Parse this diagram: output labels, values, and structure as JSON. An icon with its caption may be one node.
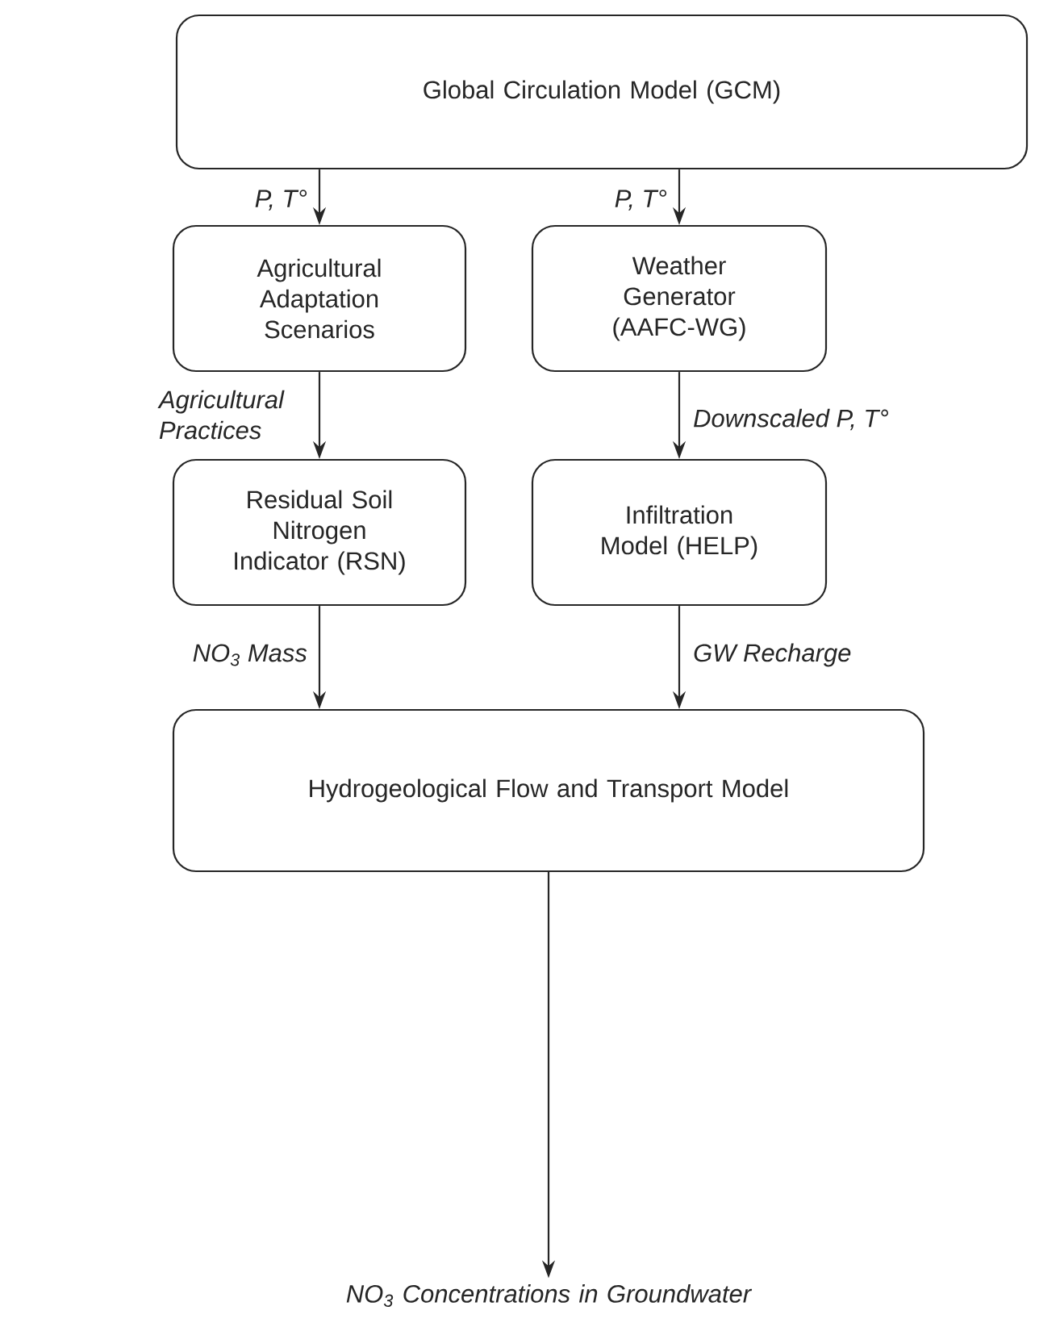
{
  "diagram": {
    "nodes": [
      {
        "text": [
          "Global Circulation Model (GCM)"
        ]
      },
      {
        "text": [
          "Agricultural Adaptation Scenarios"
        ]
      },
      {
        "text": [
          "Weather Generator (AAFC-WG)"
        ]
      },
      {
        "text": [
          "Residual Soil Nitrogen Indicator (RSN)"
        ]
      },
      {
        "text": [
          "Infiltration Model (HELP)"
        ]
      },
      {
        "text": [
          "Hydrogeological Flow and Transport Model"
        ]
      },
      {
        "text": [
          "NO$_{3}$ Concentrations in Groundwater"
        ]
      }
    ],
    "edges": [
      {
        "from": 0,
        "to": 1,
        "arrow": "to",
        "label": "P, T°"
      },
      {
        "from": 0,
        "to": 2,
        "arrow": "to",
        "label": "P, T°"
      },
      {
        "from": 1,
        "to": 3,
        "arrow": "to",
        "label": "Agricultural Practices"
      },
      {
        "from": 2,
        "to": 4,
        "arrow": "to",
        "label": "Downscaled P, T°"
      },
      {
        "from": 3,
        "to": 5,
        "arrow": "to",
        "label": "NO$_{3}$ Mass"
      },
      {
        "from": 4,
        "to": 5,
        "arrow": "to",
        "label": "GW Recharge"
      },
      {
        "from": 5,
        "to": 6,
        "arrow": "to"
      }
    ]
  }
}
